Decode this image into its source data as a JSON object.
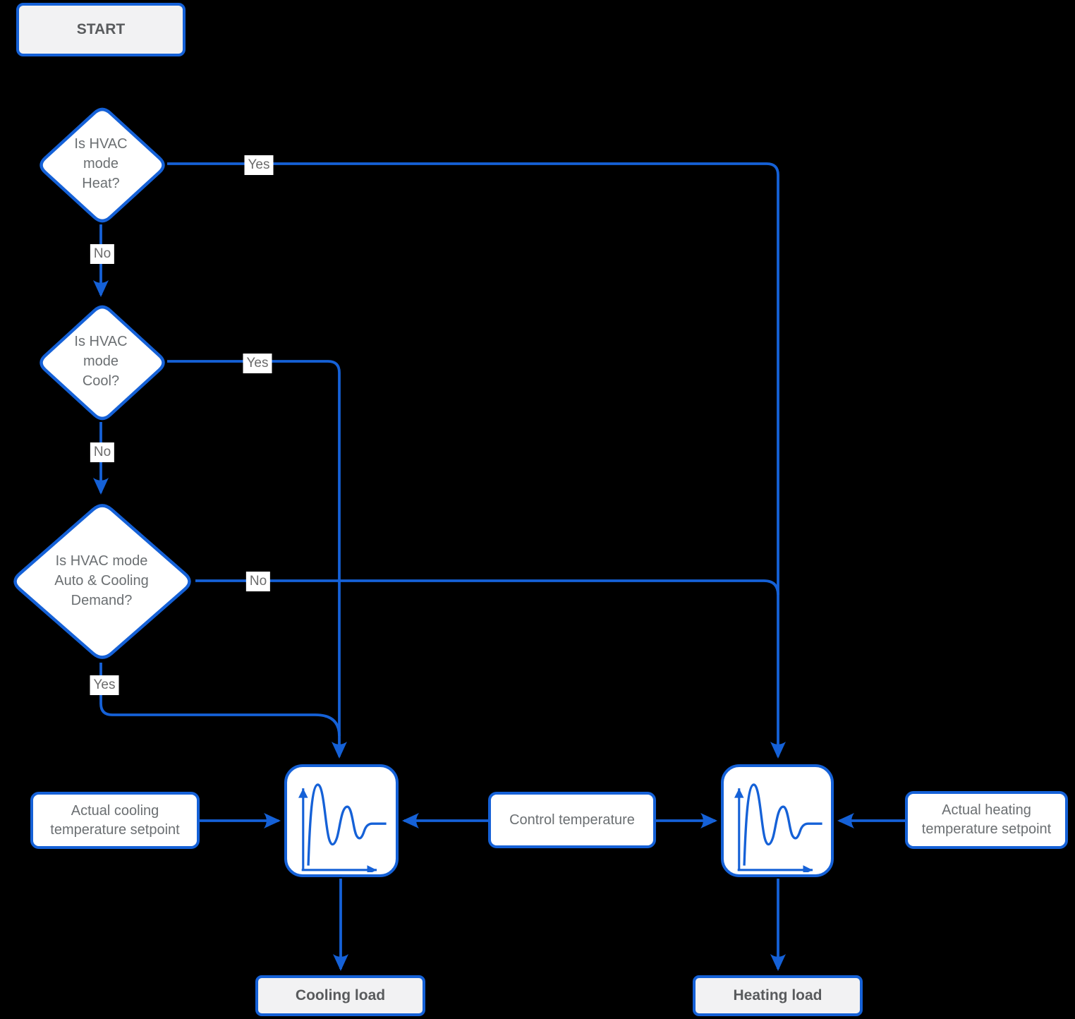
{
  "colors": {
    "background": "#000000",
    "accent_blue": "#1561D7",
    "terminal_fill": "#F2F2F3",
    "node_fill": "#FFFFFF",
    "text_gray": "#6B6F72",
    "edge_label_gray": "#6B6B6B"
  },
  "nodes": {
    "start": {
      "label": "START"
    },
    "decision_heat": {
      "label": "Is HVAC\nmode\nHeat?"
    },
    "decision_cool": {
      "label": "Is HVAC\nmode\nCool?"
    },
    "decision_auto": {
      "label": "Is HVAC mode\nAuto & Cooling\nDemand?"
    },
    "cooling_setpoint": {
      "label": "Actual cooling\ntemperature setpoint"
    },
    "control_temperature": {
      "label": "Control temperature"
    },
    "heating_setpoint": {
      "label": "Actual heating\ntemperature setpoint"
    },
    "cooling_pid": {
      "icon": "pid-response-curve-icon"
    },
    "heating_pid": {
      "icon": "pid-response-curve-icon"
    },
    "cooling_load": {
      "label": "Cooling load"
    },
    "heating_load": {
      "label": "Heating load"
    }
  },
  "edge_labels": {
    "heat_yes": "Yes",
    "heat_no": "No",
    "cool_yes": "Yes",
    "cool_no": "No",
    "auto_no": "No",
    "auto_yes": "Yes"
  }
}
